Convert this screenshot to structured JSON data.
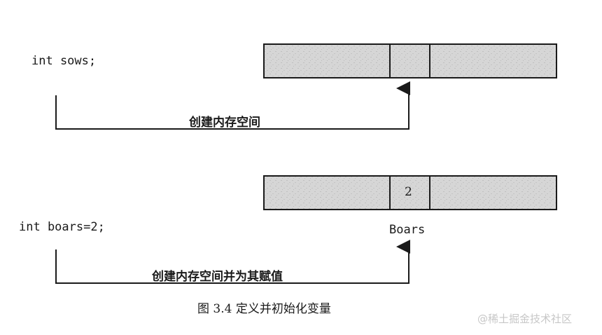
{
  "diagram": {
    "top": {
      "code": "int sows;",
      "arrow_label": "创建内存空间"
    },
    "bottom": {
      "code": "int boars=2;",
      "cell_value": "2",
      "variable_label": "Boars",
      "arrow_label": "创建内存空间并为其赋值"
    },
    "caption": "图 3.4    定义并初始化变量",
    "watermark": "@稀土掘金技术社区",
    "colors": {
      "cell_fill": "#d9d9d9",
      "line": "#1a1a1a"
    }
  }
}
